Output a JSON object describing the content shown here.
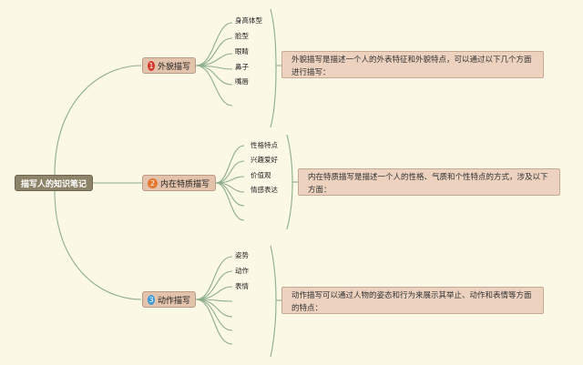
{
  "root": {
    "label": "描写人的知识笔记"
  },
  "colors": {
    "branch_line": "#8dae8a",
    "node_fill": "#e4c3ac",
    "root_fill": "#8d8368",
    "canvas": "#fbf8e6"
  },
  "branches": [
    {
      "number": "1",
      "number_color": "#d6382a",
      "label": "外貌描写",
      "items": [
        "身高体型",
        "脸型",
        "眼睛",
        "鼻子",
        "嘴唇"
      ],
      "note": "外貌描写是描述一个人的外表特征和外貌特点，可以通过以下几个方面进行描写："
    },
    {
      "number": "2",
      "number_color": "#e3782e",
      "label": "内在特质描写",
      "items": [
        "性格特点",
        "兴趣爱好",
        "价值观",
        "情感表达"
      ],
      "note": "内在特质描写是描述一个人的性格、气质和个性特点的方式，涉及以下方面："
    },
    {
      "number": "3",
      "number_color": "#3a9ad8",
      "label": "动作描写",
      "items": [
        "姿势",
        "动作",
        "表情"
      ],
      "note": "动作描写可以通过人物的姿态和行为来展示其举止、动作和表情等方面的特点："
    }
  ]
}
